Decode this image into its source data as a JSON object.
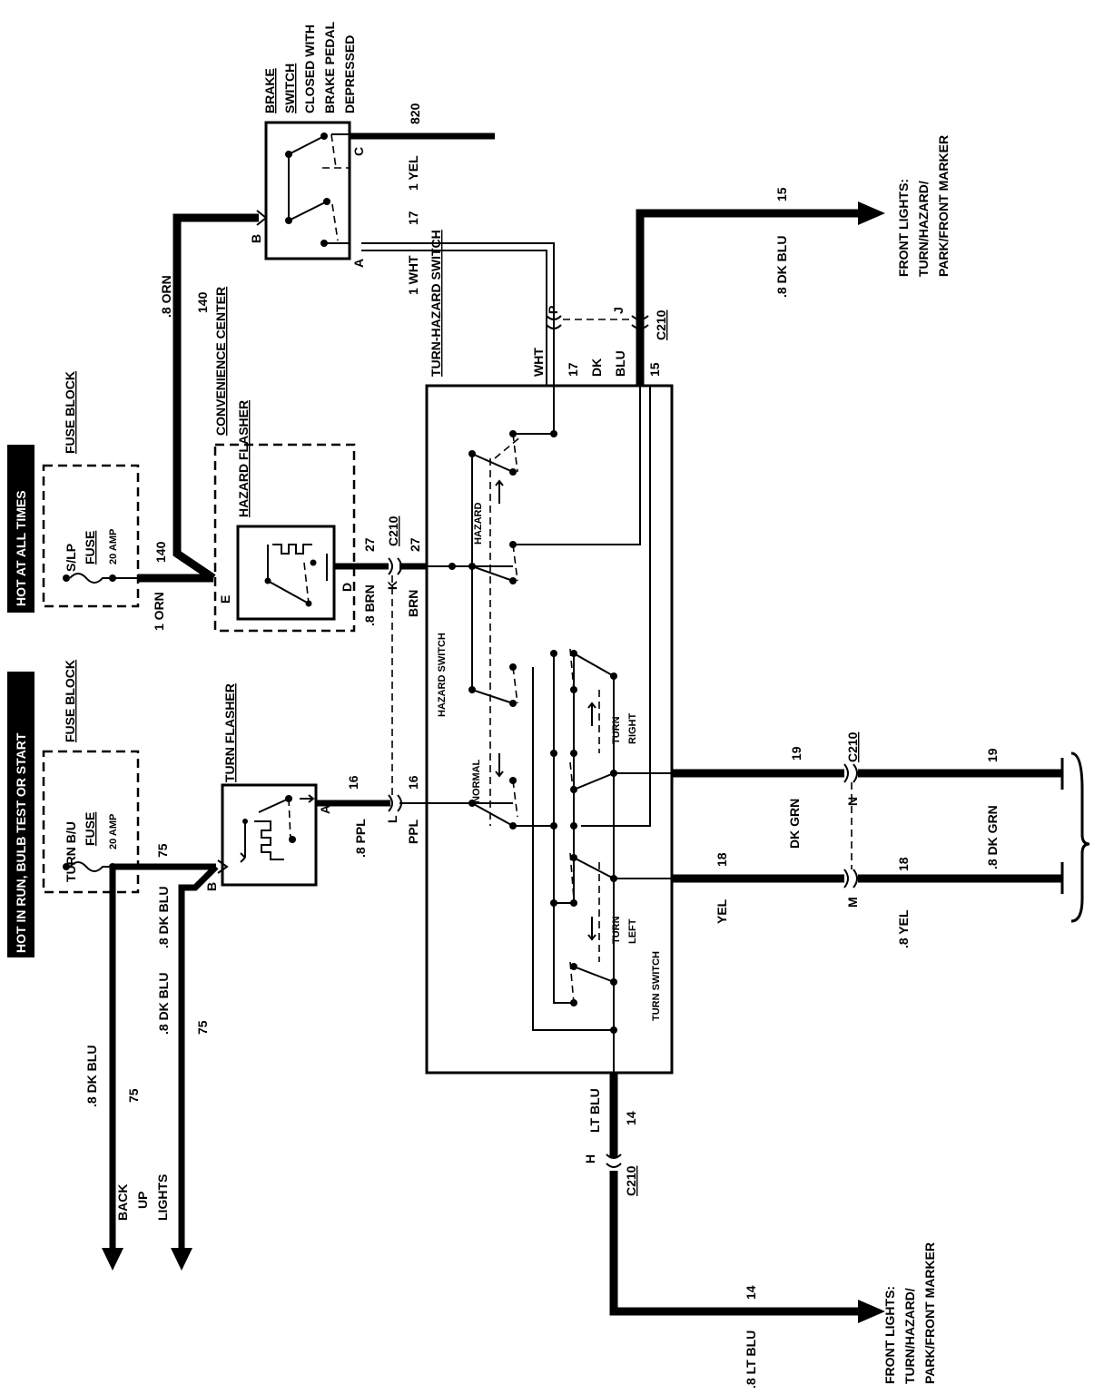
{
  "headers": {
    "hot_run": "HOT IN RUN, BULB TEST OR START",
    "hot_all": "HOT AT ALL TIMES"
  },
  "components": {
    "fuse_block_a": "FUSE BLOCK",
    "fuse_block_b": "FUSE BLOCK",
    "turn_bu_fuse_1": "TURN B/U",
    "turn_bu_fuse_2": "FUSE",
    "turn_bu_fuse_3": "20 AMP",
    "slp_fuse_1": "S/LP",
    "slp_fuse_2": "FUSE",
    "slp_fuse_3": "20 AMP",
    "turn_flasher": "TURN FLASHER",
    "convenience_center": "CONVENIENCE CENTER",
    "hazard_flasher": "HAZARD FLASHER",
    "turn_hazard_switch": "TURN-HAZARD SWITCH",
    "brake_switch_1": "BRAKE",
    "brake_switch_2": "SWITCH",
    "brake_switch_3": "CLOSED WITH",
    "brake_switch_4": "BRAKE PEDAL",
    "brake_switch_5": "DEPRESSED",
    "hazard_label": "HAZARD",
    "hazard_switch_label": "HAZARD SWITCH",
    "normal_label": "NORMAL",
    "turn_right_1": "TURN",
    "turn_right_2": "RIGHT",
    "turn_left_1": "TURN",
    "turn_left_2": "LEFT",
    "turn_switch_label": "TURN SWITCH"
  },
  "outputs": {
    "back_up_1": "BACK",
    "back_up_2": "UP",
    "back_up_3": "LIGHTS",
    "front_top_1": "FRONT LIGHTS:",
    "front_top_2": "TURN/HAZARD/",
    "front_top_3": "PARK/FRONT MARKER",
    "front_bot_1": "FRONT LIGHTS:",
    "front_bot_2": "TURN/HAZARD/",
    "front_bot_3": "PARK/FRONT MARKER"
  },
  "wires": {
    "dk_blu_8_a": ".8 DK BLU",
    "num_75_a": "75",
    "dk_blu_8_b": ".8 DK BLU",
    "num_75_b": "75",
    "dk_blu_8_c": ".8 DK BLU",
    "num_75_c": "75",
    "ppl_8": ".8 PPL",
    "num_16_a": "16",
    "ppl": "PPL",
    "num_16_b": "16",
    "orn_1": "1 ORN",
    "num_140_a": "140",
    "orn_8": ".8 ORN",
    "num_140_b": "140",
    "brn_8": ".8 BRN",
    "num_27_a": "27",
    "brn": "BRN",
    "num_27_b": "27",
    "wht_1": "1 WHT",
    "num_17_a": "17",
    "yel_1": "1 YEL",
    "num_820": "820",
    "wht": "WHT",
    "num_17_b": "17",
    "dk": "DK",
    "blu": "BLU",
    "num_15_a": "15",
    "dk_blu_8_top": ".8 DK BLU",
    "num_15_b": "15",
    "lt_blu": "LT BLU",
    "num_14_a": "14",
    "lt_blu_8": ".8 LT BLU",
    "num_14_b": "14",
    "dk_grn": "DK GRN",
    "num_19_a": "19",
    "dk_grn_8": ".8 DK GRN",
    "num_19_b": "19",
    "yel": "YEL",
    "num_18_a": "18",
    "yel_8": ".8 YEL",
    "num_18_b": "18"
  },
  "connectors": {
    "c210_a": "C210",
    "c210_b": "C210",
    "c210_c": "C210",
    "c210_d": "C210",
    "pin_a_turn": "A",
    "pin_b_turn": "B",
    "pin_e": "E",
    "pin_d": "D",
    "pin_l": "L",
    "pin_k": "K",
    "pin_b_brake": "B",
    "pin_a_brake": "A",
    "pin_c_brake": "C",
    "pin_p": "P",
    "pin_j": "J",
    "pin_n": "N",
    "pin_m": "M",
    "pin_h": "H"
  }
}
